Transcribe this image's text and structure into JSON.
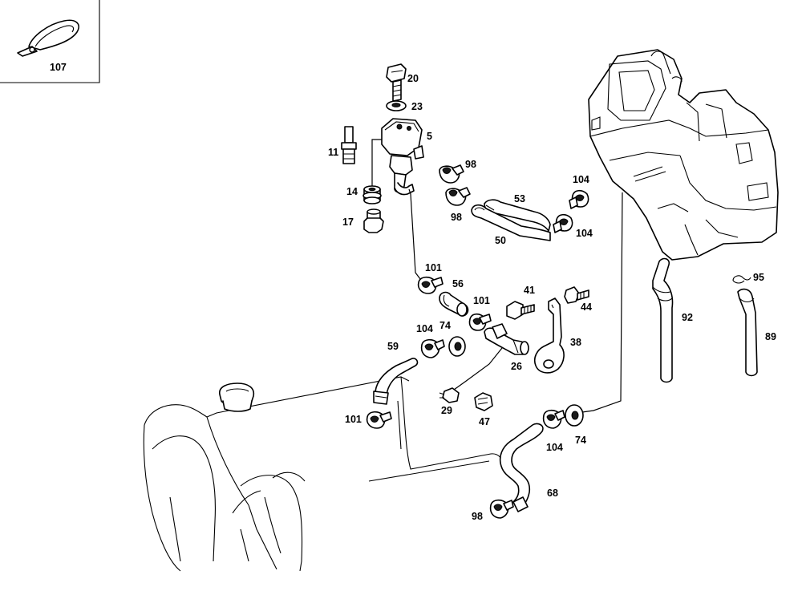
{
  "labels": {
    "p107": "107",
    "p20": "20",
    "p23": "23",
    "p5": "5",
    "p11": "11",
    "p98a": "98",
    "p14": "14",
    "p98b": "98",
    "p53": "53",
    "p104a": "104",
    "p17": "17",
    "p50": "50",
    "p104b": "104",
    "p101a": "101",
    "p56": "56",
    "p41": "41",
    "p95": "95",
    "p44": "44",
    "p101b": "101",
    "p92": "92",
    "p104c": "104",
    "p74a": "74",
    "p59": "59",
    "p38": "38",
    "p89": "89",
    "p26": "26",
    "p29": "29",
    "p47": "47",
    "p101c": "101",
    "p104d": "104",
    "p74b": "74",
    "p68": "68",
    "p98c": "98"
  },
  "colors": {
    "line": "#000000",
    "background": "#ffffff"
  }
}
